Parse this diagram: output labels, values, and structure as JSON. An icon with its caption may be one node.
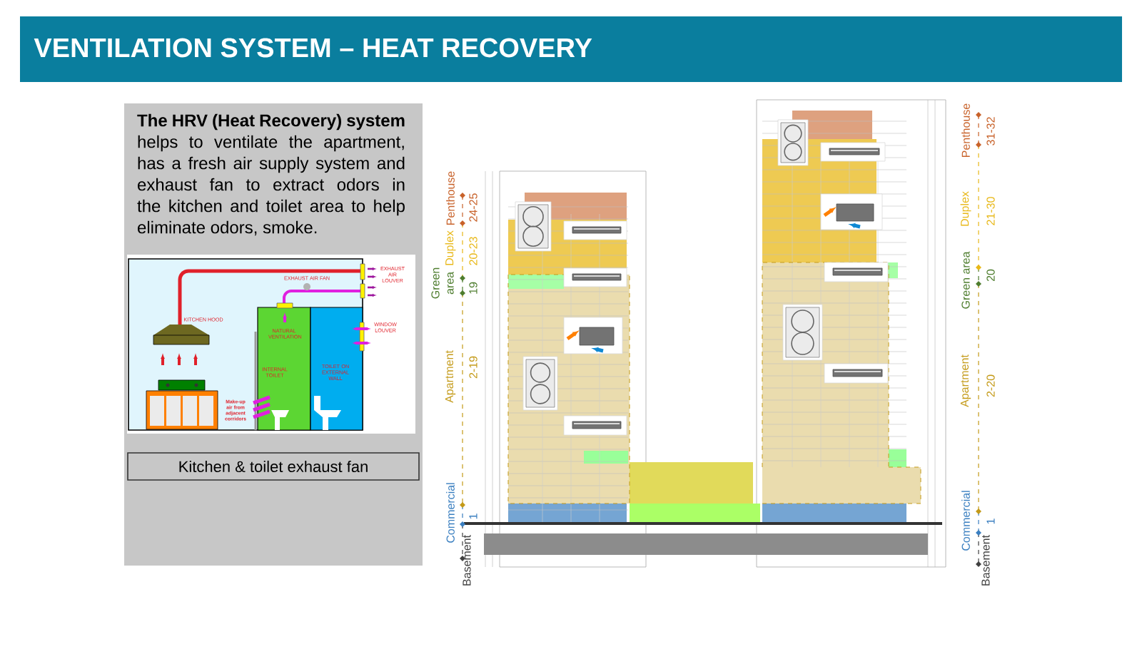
{
  "diagram": {
    "title": "VENTILATION SYSTEM – HEAT RECOVERY",
    "nodes": [
      {
        "text": [
          "Kitchen & toilet exhaust fan"
        ]
      }
    ],
    "labels": [
      "**The HRV (Heat Recovery) system** helps to ventilate the apartment, has a fresh air supply system and exhaust fan to extract odors in the kitchen and toilet area to help eliminate odors, smoke.",
      "EXHAUST AIR FAN",
      "EXHAUST AIR LOUVER",
      "KITCHEN HOOD",
      "NATURAL VENTILATION",
      "WINDOW LOUVER",
      "INTERNAL TOILET",
      "TOILET ON EXTERNAL WALL",
      "Make-up air from adjacent corridors",
      "Penthouse",
      "24-25",
      "Duplex",
      "20-23",
      "Green area",
      "19",
      "Apartment",
      "2-19",
      "Commercial",
      "1",
      "Basement",
      "Penthouse",
      "31-32",
      "Duplex",
      "21-30",
      "Green area",
      "20",
      "Apartment",
      "2-20",
      "Commercial",
      "1",
      "Basement"
    ]
  }
}
